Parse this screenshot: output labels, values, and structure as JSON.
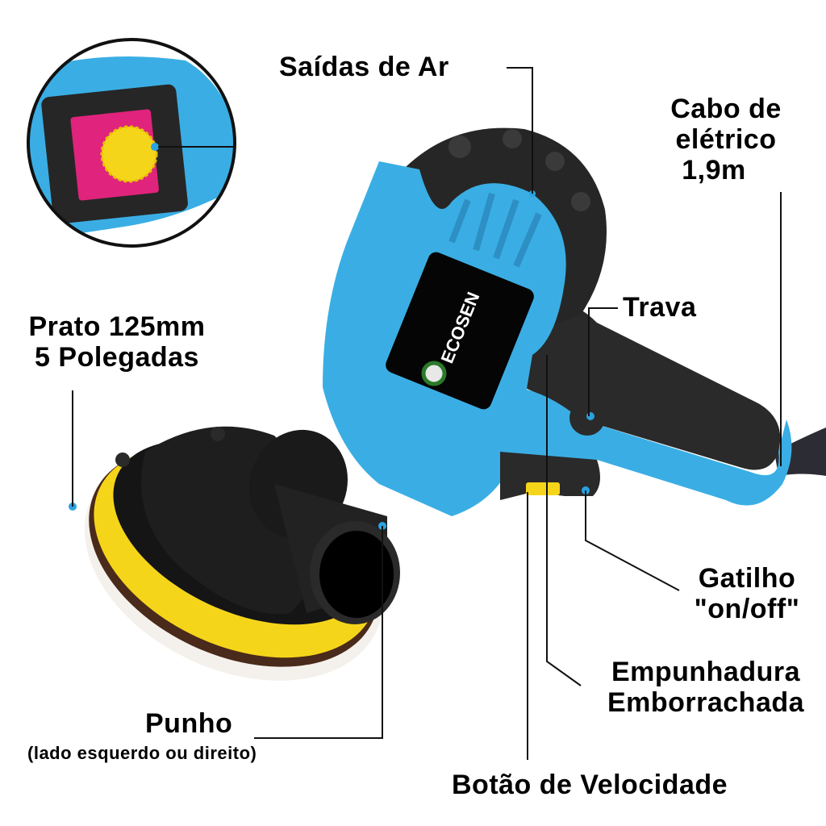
{
  "product": {
    "brand": "ECOSEN",
    "body_color": "#3aaee4",
    "rubber_color": "#2a2a2a",
    "pad_color": "#f5d51a",
    "speed_button_color": "#f5d51a",
    "switch_base_color": "#e0237c",
    "callout_dot_color": "#2aa3e0"
  },
  "callouts": {
    "air_vents": "Saídas de Ar",
    "cable_line1": "Cabo de",
    "cable_line2": "elétrico",
    "cable_line3": "1,9m",
    "lock": "Trava",
    "plate_line1": "Prato 125mm",
    "plate_line2": "5 Polegadas",
    "trigger_line1": "Gatilho",
    "trigger_line2": "\"on/off\"",
    "grip_line1": "Empunhadura",
    "grip_line2": "Emborrachada",
    "handle_line1": "Punho",
    "handle_line2": "(lado esquerdo ou direito)",
    "speed_button": "Botão de Velocidade"
  },
  "inset": {
    "description": "speed-dial-closeup"
  }
}
